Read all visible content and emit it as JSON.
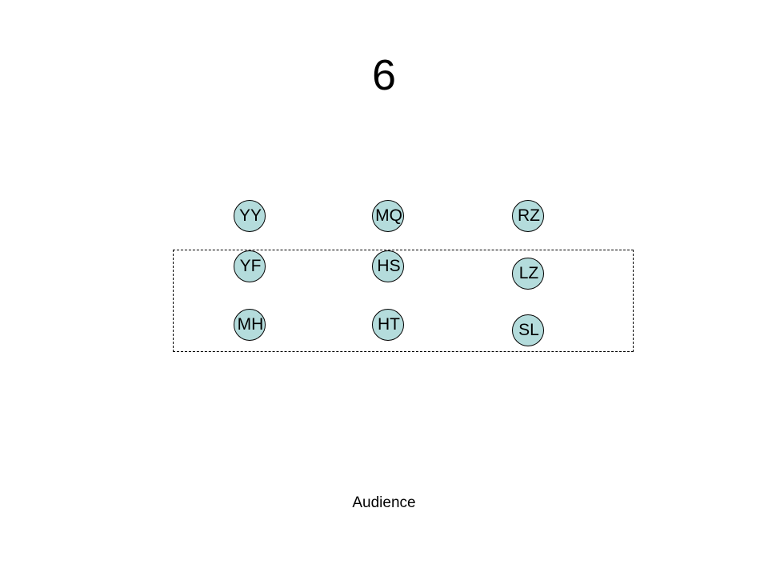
{
  "slide": {
    "title": "6",
    "audience_label": "Audience"
  },
  "dancers": {
    "yy": "YY",
    "mq": "MQ",
    "rz": "RZ",
    "yf": "YF",
    "hs": "HS",
    "lz": "LZ",
    "mh": "MH",
    "ht": "HT",
    "sl": "SL"
  },
  "colors": {
    "dancer_fill": "#b4dcdc",
    "outline": "#000000",
    "background": "#ffffff"
  }
}
